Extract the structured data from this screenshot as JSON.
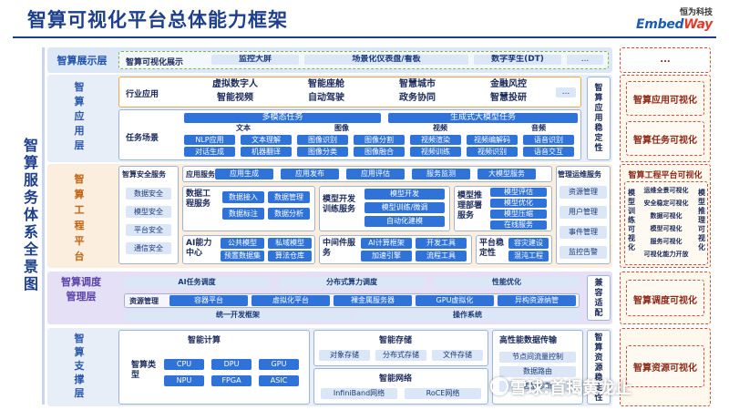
{
  "header": {
    "title": "智算可视化平台总体能力框架",
    "logo_cn": "恒为科技",
    "logo_en_a": "Embed",
    "logo_en_b": "Way"
  },
  "big_title": "智算服务体系全景图",
  "display": {
    "name": "智算展示层",
    "items": [
      "智算可视化展示",
      "监控大屏",
      "场景化仪表盘/看板",
      "数字孪生(DT)",
      "..."
    ]
  },
  "app": {
    "name": "智算应用层",
    "industry_label": "行业应用",
    "industry_row1": [
      "虚拟数字人",
      "智能座舱",
      "智慧城市",
      "金融风控"
    ],
    "industry_row2": [
      "智能视频",
      "自动驾驶",
      "政务协同",
      "智慧投研"
    ],
    "industry_more": "...",
    "task_label": "任务场景",
    "multimodal": "多模态任务",
    "genai": "生成式大模型任务",
    "modal_heads": [
      "文本",
      "图像",
      "视频",
      "音频"
    ],
    "task_row1": [
      "NLP应用",
      "文本理解",
      "图像识别",
      "图像分割",
      "视频渲染",
      "视频编解码",
      "语音识别"
    ],
    "task_row2": [
      "对话生成",
      "机器翻译",
      "图像分类",
      "图像融合",
      "视频训练",
      "视频识别",
      "语音交互"
    ],
    "stability": "智算应用稳定性",
    "side1": "智算应用可视化",
    "side2": "智算任务可视化"
  },
  "eng": {
    "name": "智算工程平台",
    "security_title": "智算安全服务",
    "security": [
      "数据安全",
      "模型安全",
      "平台安全",
      "通信安全"
    ],
    "app_svc_label": "应用服务",
    "app_svc": [
      "应用生成",
      "应用发布",
      "应用评估",
      "服务监测",
      "大模型服务"
    ],
    "data_label": "数据工程服务",
    "data": [
      "数据接入",
      "数据管理",
      "数据标注",
      "数据分析"
    ],
    "model_dev_label": "模型开发训练服务",
    "model_dev": [
      "模型开发",
      "模型训练/微调",
      "自动化建模"
    ],
    "model_infer_label": "模型推理部署服务",
    "model_infer": [
      "模型评估",
      "模型优化",
      "模型压缩",
      "在线服务"
    ],
    "ai_label": "AI能力中心",
    "ai": [
      "公共模型",
      "私域模型",
      "预置数据集",
      "算法仓库"
    ],
    "mid_label": "中间件服务",
    "mid": [
      "AI计算框架",
      "开发工具",
      "加速引擎",
      "流程工具"
    ],
    "platform_label": "平台稳定性",
    "platform": [
      "容灾建设",
      "混沌工程"
    ],
    "ops_title": "管理运维服务",
    "ops": [
      "资源管理",
      "用户管理",
      "事件管理",
      "监控告警"
    ],
    "side_title": "智算工程平台可视化",
    "side_left_label": "模型训练可视化",
    "side_center": [
      "运维全景可视化",
      "安全稳定可视化",
      "数据可视化",
      "模型可视化",
      "服务可视化",
      "可视化能力开放"
    ],
    "side_right_label": "模型推理可视化"
  },
  "sched": {
    "name": "智算调度管理层",
    "row1": [
      "AI任务调度",
      "分布式算力调度",
      "性能优化"
    ],
    "res_label": "资源管理",
    "row2": [
      "容器平台",
      "虚拟化平台",
      "裸金属服务器",
      "GPU虚拟化",
      "异构资源纳管"
    ],
    "row3": [
      "统一开发框架",
      "操作系统"
    ],
    "compat": "兼容适配",
    "side": "智算调度可视化"
  },
  "infra": {
    "name": "智算支撑层",
    "compute_title": "智能计算",
    "chip_label": "智算类型",
    "chips_row1": [
      "CPU",
      "DPU",
      "GPU"
    ],
    "chips_row2": [
      "NPU",
      "FPGA",
      "ASIC"
    ],
    "storage_title": "智能存储",
    "storage": [
      "对象存储",
      "分布式存储",
      "文件存储"
    ],
    "net_title": "智能网络",
    "net": [
      "InfiniBand网络",
      "RoCE网络"
    ],
    "hp_title": "高性能数据传输",
    "hp": [
      "节点间流量控制",
      "数据路由",
      "智能诊断"
    ],
    "stability": "智算资源稳定性",
    "side": "智算资源可视化"
  },
  "watermark": "雪球:首揭黄龙止"
}
